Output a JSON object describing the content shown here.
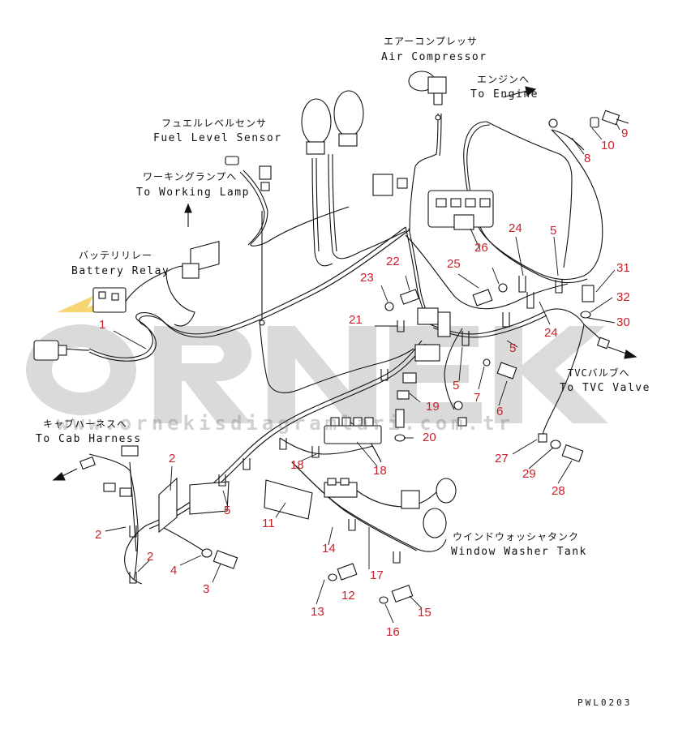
{
  "labels": {
    "air_compressor_jp": "エアーコンプレッサ",
    "air_compressor_en": "Air Compressor",
    "to_engine_jp": "エンジンへ",
    "to_engine_en": "To Engine",
    "fuel_level_jp": "フュエルレベルセンサ",
    "fuel_level_en": "Fuel Level Sensor",
    "working_lamp_jp": "ワーキングランプへ",
    "working_lamp_en": "To Working Lamp",
    "battery_relay_jp": "バッテリリレー",
    "battery_relay_en": "Battery Relay",
    "tvc_valve_jp": "TVCバルブへ",
    "tvc_valve_en": "To TVC Valve",
    "cab_harness_jp": "キャブハーネスへ",
    "cab_harness_en": "To Cab Harness",
    "washer_tank_jp": "ウインドウォッシャタンク",
    "washer_tank_en": "Window Washer Tank"
  },
  "parts": {
    "p1": "1",
    "p2a": "2",
    "p2b": "2",
    "p2c": "2",
    "p3": "3",
    "p4": "4",
    "p5a": "5",
    "p5b": "5",
    "p5c": "5",
    "p5d": "5",
    "p6": "6",
    "p7": "7",
    "p8": "8",
    "p9": "9",
    "p10": "10",
    "p11": "11",
    "p12": "12",
    "p13": "13",
    "p14": "14",
    "p15": "15",
    "p16": "16",
    "p17": "17",
    "p18a": "18",
    "p18b": "18",
    "p19": "19",
    "p20": "20",
    "p21": "21",
    "p22": "22",
    "p23": "23",
    "p24a": "24",
    "p24b": "24",
    "p25": "25",
    "p26": "26",
    "p27": "27",
    "p28": "28",
    "p29": "29",
    "p30": "30",
    "p31": "31",
    "p32": "32"
  },
  "watermark": {
    "logo": "ORNEK",
    "url": "www.ornekisdiagramlari.com.tr",
    "color": "#bdbdbd",
    "accent": "#f0b400"
  },
  "drawing_number": "PWL0203"
}
